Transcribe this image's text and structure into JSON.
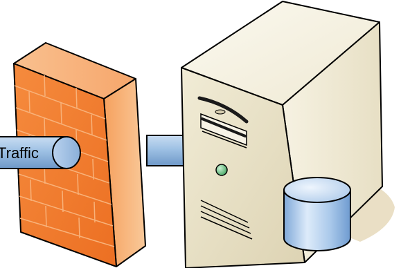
{
  "diagram": {
    "pipe_label": "Traffic",
    "nodes": [
      {
        "id": "firewall",
        "kind": "brick-wall-firewall",
        "color": "#F07C2E"
      },
      {
        "id": "server",
        "kind": "tower-server",
        "color": "#EDE6CB"
      },
      {
        "id": "database",
        "kind": "cylinder-database",
        "color": "#A9C8EA"
      }
    ],
    "edges": [
      {
        "from": "internet",
        "to": "firewall",
        "label": "Traffic"
      },
      {
        "from": "firewall",
        "to": "server",
        "label": ""
      }
    ],
    "colors": {
      "pipe": "#8FB6DD",
      "firewall_face": "#F07C2E",
      "firewall_side": "#F8B27A",
      "server_body": "#EDE6CB",
      "power_led": "#5FC07A",
      "shadow": "#E8DCBF"
    }
  }
}
